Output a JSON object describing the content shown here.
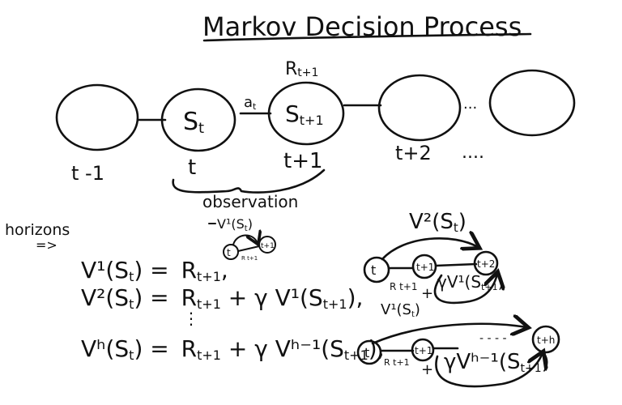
{
  "title": "Markov Decision Process",
  "chain": {
    "nodes": [
      {
        "label": "",
        "time": "t -1"
      },
      {
        "label": "S",
        "sub": "t",
        "time": "t"
      },
      {
        "label": "S",
        "sub": "t+1",
        "time": "t+1"
      },
      {
        "label": "",
        "time": "t+2"
      },
      {
        "label": "",
        "time": "...."
      }
    ],
    "action_label": "a",
    "action_sub": "t",
    "reward_label": "R",
    "reward_sub": "t+1",
    "ellipsis_between": "...",
    "brace_label": "observation"
  },
  "horizons": {
    "label": "horizons",
    "arrow": "=>"
  },
  "mini_diagram": {
    "label": "V¹(S",
    "label_sub": "t",
    "label_close": ")",
    "node_a": "t",
    "node_b": "t+1",
    "edge_label": "R t+1"
  },
  "equations": [
    {
      "lhs": "V¹(S",
      "lhs_sub": "t",
      "lhs_close": ") =",
      "rhs": "R",
      "rhs_sub": "t+1",
      "rhs_tail": ","
    },
    {
      "lhs": "V²(S",
      "lhs_sub": "t",
      "lhs_close": ") =",
      "rhs": "R",
      "rhs_sub": "t+1",
      "rhs_tail": " + γ V¹(S",
      "rhs_tail_sub": "t+1",
      "rhs_end": "),"
    },
    {
      "vdots": "⋮"
    },
    {
      "lhs": "Vʰ(S",
      "lhs_sub": "t",
      "lhs_close": ") =",
      "rhs": "R",
      "rhs_sub": "t+1",
      "rhs_tail": " + γ Vʰ⁻¹(S",
      "rhs_tail_sub": "t+1",
      "rhs_end": "),"
    }
  ],
  "diagram_v2": {
    "title": "V²(S",
    "title_sub": "t",
    "title_close": ")",
    "nodes": [
      "t",
      "t+1",
      "t+2"
    ],
    "reward": "R t+1",
    "plus": "+",
    "gamma_term": "γV¹(S",
    "gamma_sub": "t+1",
    "gamma_close": ")",
    "below": "V¹(S",
    "below_sub": "t",
    "below_close": ")"
  },
  "diagram_vh": {
    "nodes": [
      "t",
      "t+1",
      "t+h"
    ],
    "reward": "R t+1",
    "plus": "+",
    "gamma_term": "γVʰ⁻¹(S",
    "gamma_sub": "t+1",
    "gamma_close": ")",
    "dashes": "- - - -"
  }
}
